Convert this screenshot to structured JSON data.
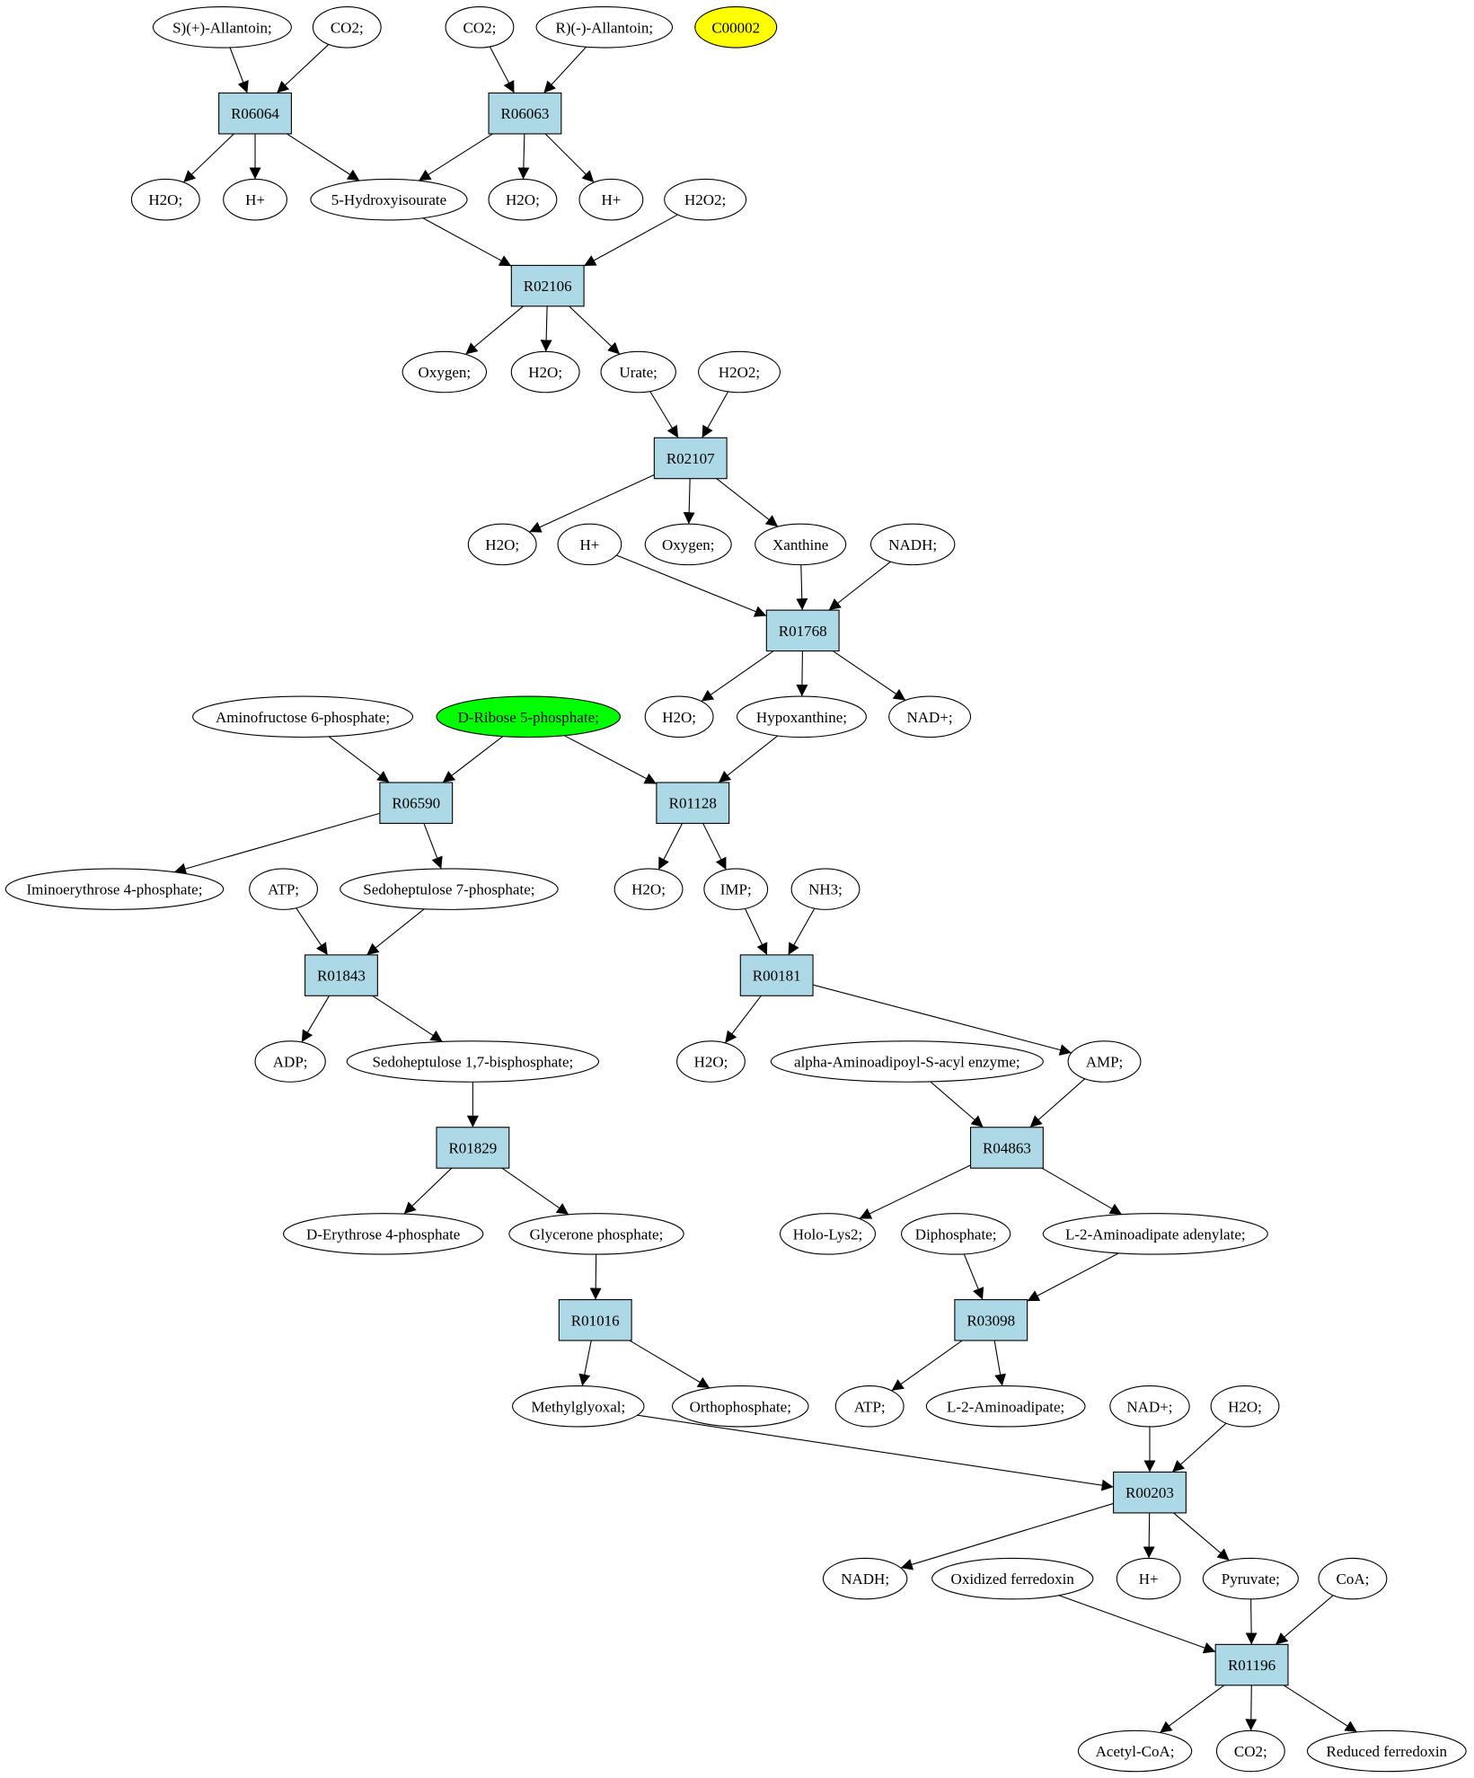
{
  "colors": {
    "reaction_fill": "#add8e6",
    "compound_fill": "#ffffff",
    "highlight_yellow": "#ffff00",
    "highlight_green": "#00ff00",
    "stroke": "#000000"
  },
  "nodes": [
    {
      "id": "n1",
      "kind": "compound",
      "label": "S)(+)-Allantoin;"
    },
    {
      "id": "n2",
      "kind": "compound",
      "label": "CO2;"
    },
    {
      "id": "n3",
      "kind": "compound",
      "label": "CO2;"
    },
    {
      "id": "n4",
      "kind": "compound",
      "label": "R)(-)-Allantoin;"
    },
    {
      "id": "n5",
      "kind": "compound",
      "label": "C00002",
      "fill": "highlight_yellow"
    },
    {
      "id": "R06064",
      "kind": "reaction",
      "label": "R06064"
    },
    {
      "id": "R06063",
      "kind": "reaction",
      "label": "R06063"
    },
    {
      "id": "n6",
      "kind": "compound",
      "label": "H2O;"
    },
    {
      "id": "n7",
      "kind": "compound",
      "label": "H+"
    },
    {
      "id": "n8",
      "kind": "compound",
      "label": "5-Hydroxyisourate"
    },
    {
      "id": "n9",
      "kind": "compound",
      "label": "H2O;"
    },
    {
      "id": "n10",
      "kind": "compound",
      "label": "H+"
    },
    {
      "id": "n11",
      "kind": "compound",
      "label": "H2O2;"
    },
    {
      "id": "R02106",
      "kind": "reaction",
      "label": "R02106"
    },
    {
      "id": "n12",
      "kind": "compound",
      "label": "Oxygen;"
    },
    {
      "id": "n13",
      "kind": "compound",
      "label": "H2O;"
    },
    {
      "id": "n14",
      "kind": "compound",
      "label": "Urate;"
    },
    {
      "id": "n15",
      "kind": "compound",
      "label": "H2O2;"
    },
    {
      "id": "R02107",
      "kind": "reaction",
      "label": "R02107"
    },
    {
      "id": "n16",
      "kind": "compound",
      "label": "H2O;"
    },
    {
      "id": "n17",
      "kind": "compound",
      "label": "H+"
    },
    {
      "id": "n18",
      "kind": "compound",
      "label": "Oxygen;"
    },
    {
      "id": "n19",
      "kind": "compound",
      "label": "Xanthine"
    },
    {
      "id": "n20",
      "kind": "compound",
      "label": "NADH;"
    },
    {
      "id": "R01768",
      "kind": "reaction",
      "label": "R01768"
    },
    {
      "id": "n21",
      "kind": "compound",
      "label": "Aminofructose 6-phosphate;"
    },
    {
      "id": "n22",
      "kind": "compound",
      "label": "D-Ribose 5-phosphate;",
      "fill": "highlight_green"
    },
    {
      "id": "n23",
      "kind": "compound",
      "label": "H2O;"
    },
    {
      "id": "n24",
      "kind": "compound",
      "label": "Hypoxanthine;"
    },
    {
      "id": "n25",
      "kind": "compound",
      "label": "NAD+;"
    },
    {
      "id": "R06590",
      "kind": "reaction",
      "label": "R06590"
    },
    {
      "id": "R01128",
      "kind": "reaction",
      "label": "R01128"
    },
    {
      "id": "n26",
      "kind": "compound",
      "label": "Iminoerythrose 4-phosphate;"
    },
    {
      "id": "n27",
      "kind": "compound",
      "label": "ATP;"
    },
    {
      "id": "n28",
      "kind": "compound",
      "label": "Sedoheptulose 7-phosphate;"
    },
    {
      "id": "n29",
      "kind": "compound",
      "label": "H2O;"
    },
    {
      "id": "n30",
      "kind": "compound",
      "label": "IMP;"
    },
    {
      "id": "n31",
      "kind": "compound",
      "label": "NH3;"
    },
    {
      "id": "R01843",
      "kind": "reaction",
      "label": "R01843"
    },
    {
      "id": "R00181",
      "kind": "reaction",
      "label": "R00181"
    },
    {
      "id": "n32",
      "kind": "compound",
      "label": "ADP;"
    },
    {
      "id": "n33",
      "kind": "compound",
      "label": "Sedoheptulose 1,7-bisphosphate;"
    },
    {
      "id": "n34",
      "kind": "compound",
      "label": "H2O;"
    },
    {
      "id": "n35",
      "kind": "compound",
      "label": "alpha-Aminoadipoyl-S-acyl enzyme;"
    },
    {
      "id": "n36",
      "kind": "compound",
      "label": "AMP;"
    },
    {
      "id": "R01829",
      "kind": "reaction",
      "label": "R01829"
    },
    {
      "id": "R04863",
      "kind": "reaction",
      "label": "R04863"
    },
    {
      "id": "n37",
      "kind": "compound",
      "label": "D-Erythrose 4-phosphate"
    },
    {
      "id": "n38",
      "kind": "compound",
      "label": "Glycerone phosphate;"
    },
    {
      "id": "n39",
      "kind": "compound",
      "label": "Holo-Lys2;"
    },
    {
      "id": "n40",
      "kind": "compound",
      "label": "Diphosphate;"
    },
    {
      "id": "n41",
      "kind": "compound",
      "label": "L-2-Aminoadipate adenylate;"
    },
    {
      "id": "R01016",
      "kind": "reaction",
      "label": "R01016"
    },
    {
      "id": "R03098",
      "kind": "reaction",
      "label": "R03098"
    },
    {
      "id": "n42",
      "kind": "compound",
      "label": "Methylglyoxal;"
    },
    {
      "id": "n43",
      "kind": "compound",
      "label": "Orthophosphate;"
    },
    {
      "id": "n44",
      "kind": "compound",
      "label": "ATP;"
    },
    {
      "id": "n45",
      "kind": "compound",
      "label": "L-2-Aminoadipate;"
    },
    {
      "id": "n46",
      "kind": "compound",
      "label": "NAD+;"
    },
    {
      "id": "n47",
      "kind": "compound",
      "label": "H2O;"
    },
    {
      "id": "R00203",
      "kind": "reaction",
      "label": "R00203"
    },
    {
      "id": "n48",
      "kind": "compound",
      "label": "NADH;"
    },
    {
      "id": "n49",
      "kind": "compound",
      "label": "Oxidized ferredoxin"
    },
    {
      "id": "n50",
      "kind": "compound",
      "label": "H+"
    },
    {
      "id": "n51",
      "kind": "compound",
      "label": "Pyruvate;"
    },
    {
      "id": "n52",
      "kind": "compound",
      "label": "CoA;"
    },
    {
      "id": "R01196",
      "kind": "reaction",
      "label": "R01196"
    },
    {
      "id": "n53",
      "kind": "compound",
      "label": "Acetyl-CoA;"
    },
    {
      "id": "n54",
      "kind": "compound",
      "label": "CO2;"
    },
    {
      "id": "n55",
      "kind": "compound",
      "label": "Reduced ferredoxin"
    }
  ],
  "edges": [
    [
      "n1",
      "R06064"
    ],
    [
      "n2",
      "R06064"
    ],
    [
      "n3",
      "R06063"
    ],
    [
      "n4",
      "R06063"
    ],
    [
      "R06064",
      "n6"
    ],
    [
      "R06064",
      "n7"
    ],
    [
      "R06064",
      "n8"
    ],
    [
      "R06063",
      "n8"
    ],
    [
      "R06063",
      "n9"
    ],
    [
      "R06063",
      "n10"
    ],
    [
      "n8",
      "R02106"
    ],
    [
      "n11",
      "R02106"
    ],
    [
      "R02106",
      "n12"
    ],
    [
      "R02106",
      "n13"
    ],
    [
      "R02106",
      "n14"
    ],
    [
      "n14",
      "R02107"
    ],
    [
      "n15",
      "R02107"
    ],
    [
      "R02107",
      "n16"
    ],
    [
      "R02107",
      "n18"
    ],
    [
      "R02107",
      "n19"
    ],
    [
      "n17",
      "R01768"
    ],
    [
      "n19",
      "R01768"
    ],
    [
      "n20",
      "R01768"
    ],
    [
      "R01768",
      "n23"
    ],
    [
      "R01768",
      "n24"
    ],
    [
      "R01768",
      "n25"
    ],
    [
      "n21",
      "R06590"
    ],
    [
      "n22",
      "R06590"
    ],
    [
      "n22",
      "R01128"
    ],
    [
      "n24",
      "R01128"
    ],
    [
      "R06590",
      "n26"
    ],
    [
      "R06590",
      "n28"
    ],
    [
      "R01128",
      "n29"
    ],
    [
      "R01128",
      "n30"
    ],
    [
      "n27",
      "R01843"
    ],
    [
      "n28",
      "R01843"
    ],
    [
      "n30",
      "R00181"
    ],
    [
      "n31",
      "R00181"
    ],
    [
      "R01843",
      "n32"
    ],
    [
      "R01843",
      "n33"
    ],
    [
      "R00181",
      "n34"
    ],
    [
      "R00181",
      "n36"
    ],
    [
      "n33",
      "R01829"
    ],
    [
      "n35",
      "R04863"
    ],
    [
      "n36",
      "R04863"
    ],
    [
      "R01829",
      "n37"
    ],
    [
      "R01829",
      "n38"
    ],
    [
      "R04863",
      "n39"
    ],
    [
      "R04863",
      "n41"
    ],
    [
      "n38",
      "R01016"
    ],
    [
      "n40",
      "R03098"
    ],
    [
      "n41",
      "R03098"
    ],
    [
      "R01016",
      "n42"
    ],
    [
      "R01016",
      "n43"
    ],
    [
      "R03098",
      "n44"
    ],
    [
      "R03098",
      "n45"
    ],
    [
      "n42",
      "R00203"
    ],
    [
      "n46",
      "R00203"
    ],
    [
      "n47",
      "R00203"
    ],
    [
      "R00203",
      "n48"
    ],
    [
      "R00203",
      "n50"
    ],
    [
      "R00203",
      "n51"
    ],
    [
      "n49",
      "R01196"
    ],
    [
      "n51",
      "R01196"
    ],
    [
      "n52",
      "R01196"
    ],
    [
      "R01196",
      "n53"
    ],
    [
      "R01196",
      "n54"
    ],
    [
      "R01196",
      "n55"
    ]
  ]
}
